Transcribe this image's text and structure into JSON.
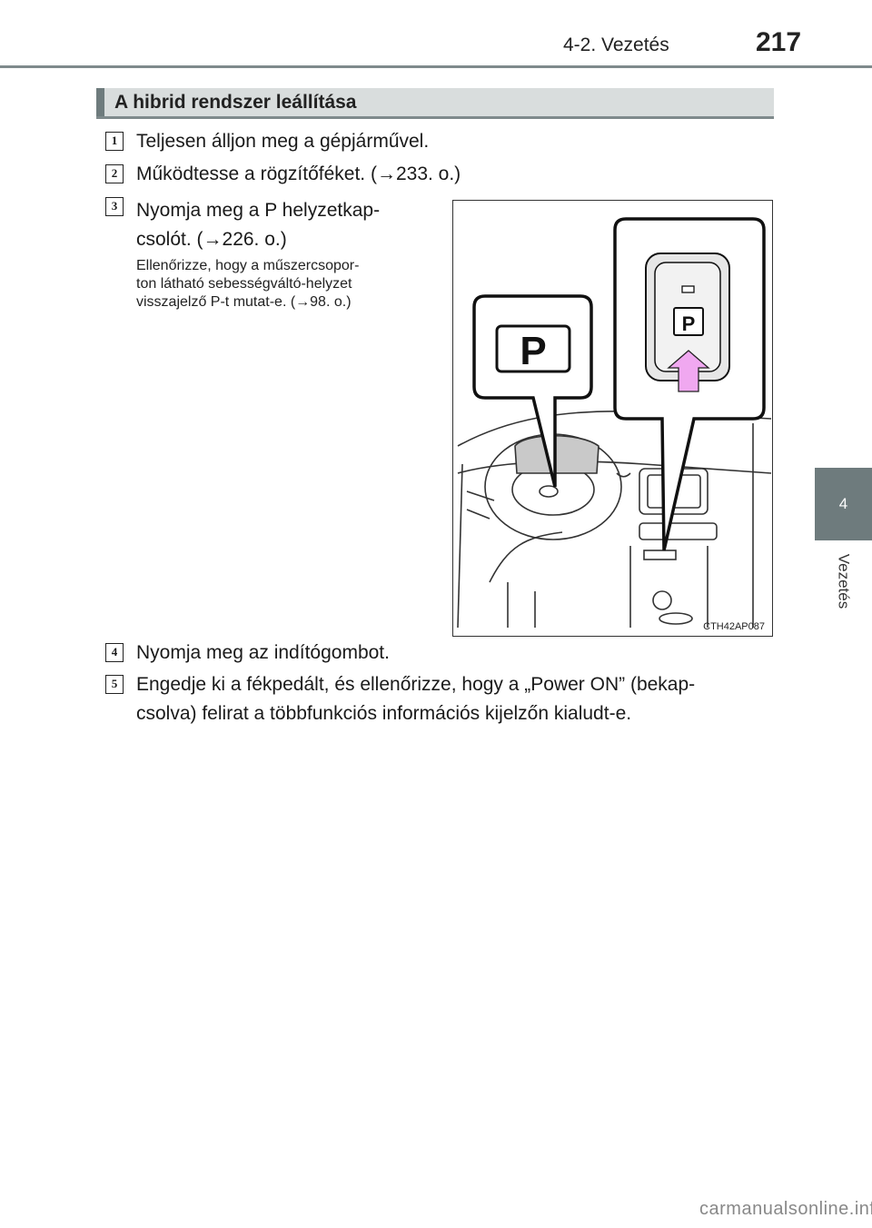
{
  "header": {
    "section": "4-2. Vezetés",
    "page_number": "217"
  },
  "side_tab": {
    "number": "4",
    "label": "Vezetés"
  },
  "section": {
    "title": "A hibrid rendszer leállítása"
  },
  "steps": [
    {
      "num": "1",
      "text": "Teljesen álljon meg a gépjárművel."
    },
    {
      "num": "2",
      "text": "Működtesse a rögzítőféket. (→233. o.)"
    },
    {
      "num": "3",
      "lines": [
        "Nyomja meg a P helyzetkap-",
        "csolót. (→226. o.)"
      ],
      "note_lines": [
        "Ellenőrizze, hogy a műszercsopor-",
        "ton látható sebességváltó-helyzet",
        "visszajelző P-t mutat-e. (→98. o.)"
      ]
    },
    {
      "num": "4",
      "text": "Nyomja meg az indítógombot."
    },
    {
      "num": "5",
      "lines": [
        "Engedje ki a fékpedált, és ellenőrizze, hogy a „Power ON” (bekap-",
        "csolva) felirat a többfunkciós információs kijelzőn kialudt-e."
      ]
    }
  ],
  "figure": {
    "code": "CTH42AP087",
    "callout_left_letter": "P",
    "callout_right_letter": "P",
    "arrow_color": "#f0a8f0"
  },
  "watermark": "carmanualsonline.info"
}
